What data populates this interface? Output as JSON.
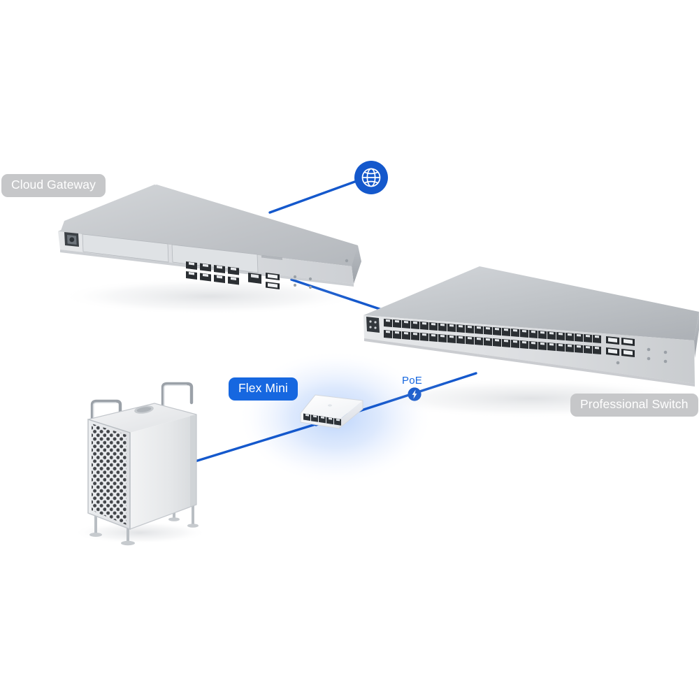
{
  "scene": {
    "title": "UniFi network topology diagram",
    "background_color": "#ffffff"
  },
  "colors": {
    "link_blue": "#1458cc",
    "badge_blue": "#1667e0",
    "badge_gray": "#c6c7c9",
    "badge_text": "#ffffff",
    "glow_blue": "#cfe0fb",
    "device_light": "#e9eaec",
    "device_mid": "#c3c6ca",
    "device_dark": "#a7abb0",
    "port_dark": "#2b2f33"
  },
  "labels": {
    "cloud_gateway": "Cloud Gateway",
    "professional_switch": "Professional Switch",
    "flex_mini": "Flex Mini",
    "poe": "PoE"
  },
  "icons": {
    "internet": "globe-icon",
    "power": "lightning-bolt-icon"
  },
  "devices": [
    {
      "id": "cloud-gateway",
      "name": "Cloud Gateway",
      "label": "Cloud Gateway",
      "form_factor": "1U rack appliance",
      "rj45_ports": 8,
      "sfp_ports": 2,
      "drive_bays": 2,
      "power_inlet": 1
    },
    {
      "id": "professional-switch",
      "name": "Professional Switch",
      "label": "Professional Switch",
      "form_factor": "1U rack switch",
      "rj45_ports": 48,
      "sfp_ports": 4,
      "power_inlet": 1
    },
    {
      "id": "flex-mini",
      "name": "Flex Mini",
      "label": "Flex Mini",
      "form_factor": "desktop mini switch",
      "rj45_ports": 5,
      "highlighted": true
    },
    {
      "id": "workstation-tower",
      "name": "Workstation Tower",
      "label": "",
      "form_factor": "tower computer with lattice grille"
    }
  ],
  "connections": [
    {
      "id": "internet-to-gateway",
      "from": "internet",
      "to": "cloud-gateway",
      "badge": "globe-icon",
      "badge_label": ""
    },
    {
      "id": "gateway-to-switch",
      "from": "cloud-gateway",
      "to": "professional-switch",
      "badge": "",
      "badge_label": ""
    },
    {
      "id": "switch-to-flex-mini",
      "from": "professional-switch",
      "to": "flex-mini",
      "badge": "lightning-bolt-icon",
      "badge_label": "PoE"
    },
    {
      "id": "flex-mini-to-tower",
      "from": "flex-mini",
      "to": "workstation-tower",
      "badge": "",
      "badge_label": ""
    }
  ]
}
